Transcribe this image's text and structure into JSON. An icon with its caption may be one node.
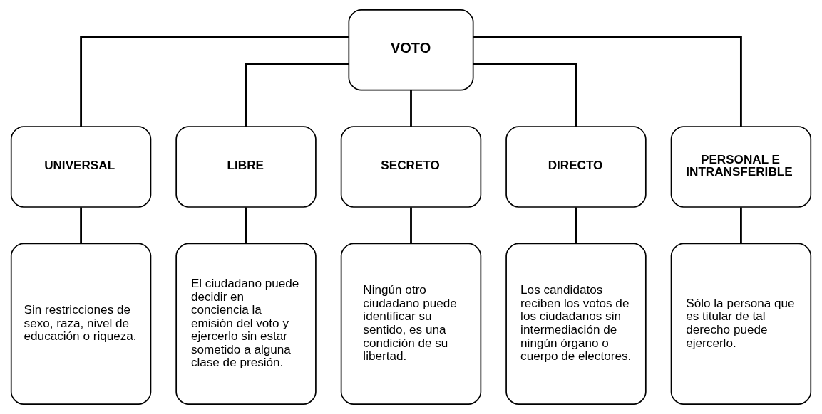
{
  "diagram": {
    "nodes": [
      {
        "text": [
          "VOTO"
        ]
      },
      {
        "text": [
          "UNIVERSAL"
        ]
      },
      {
        "text": [
          "LIBRE"
        ]
      },
      {
        "text": [
          "SECRETO"
        ]
      },
      {
        "text": [
          "DIRECTO"
        ]
      },
      {
        "text": [
          "PERSONAL E INTRANSFERIBLE"
        ]
      },
      {
        "text": [
          "Sin restricciones de sexo, raza, nivel de educación o riqueza."
        ]
      },
      {
        "text": [
          "El ciudadano puede decidir en conciencia la emisión del voto y ejercerlo sin estar sometido a alguna clase de presión."
        ]
      },
      {
        "text": [
          "Ningún otro ciudadano puede identificar su sentido, es una condición de su libertad."
        ]
      },
      {
        "text": [
          "Los candidatos reciben los votos de los ciudadanos sin intermediación de ningún órgano o cuerpo de electores."
        ]
      },
      {
        "text": [
          "Sólo la persona que es titular de tal derecho puede ejercerlo."
        ]
      }
    ],
    "edges": [
      {
        "from": 0,
        "to": 1,
        "arrow": "none"
      },
      {
        "from": 0,
        "to": 2,
        "arrow": "none"
      },
      {
        "from": 0,
        "to": 3,
        "arrow": "none"
      },
      {
        "from": 0,
        "to": 4,
        "arrow": "none"
      },
      {
        "from": 0,
        "to": 5,
        "arrow": "none"
      },
      {
        "from": 1,
        "to": 6,
        "arrow": "none"
      },
      {
        "from": 2,
        "to": 7,
        "arrow": "none"
      },
      {
        "from": 3,
        "to": 8,
        "arrow": "none"
      },
      {
        "from": 4,
        "to": 9,
        "arrow": "none"
      },
      {
        "from": 5,
        "to": 10,
        "arrow": "none"
      }
    ]
  }
}
